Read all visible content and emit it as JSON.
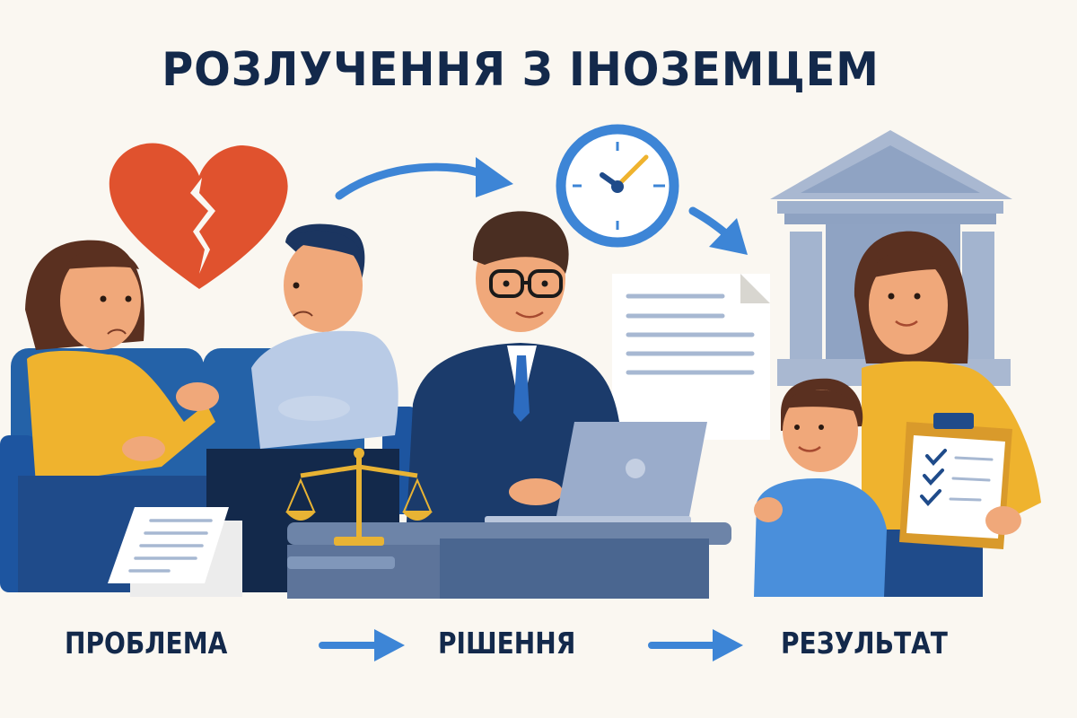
{
  "title": "РОЗЛУЧЕННЯ З ІНОЗЕМЦЕМ",
  "steps": [
    {
      "label": "ПРОБЛЕМА"
    },
    {
      "label": "РІШЕННЯ"
    },
    {
      "label": "РЕЗУЛЬТАТ"
    }
  ],
  "illustration": {
    "scenes": [
      "couple-on-sofa-with-broken-heart",
      "lawyer-at-desk-with-laptop-and-clock",
      "mother-and-child-at-courthouse-with-checklist"
    ],
    "icons": [
      "broken-heart-icon",
      "clock-icon",
      "courthouse-icon",
      "scales-of-justice-icon",
      "document-icon",
      "clipboard-checklist-icon",
      "laptop-icon"
    ]
  },
  "colors": {
    "background": "#faf7f1",
    "heading": "#13294b",
    "accent_blue": "#3d85d6",
    "heart_red": "#e0522e",
    "sweater_yellow": "#efb32e",
    "sofa_blue": "#2462a8"
  }
}
